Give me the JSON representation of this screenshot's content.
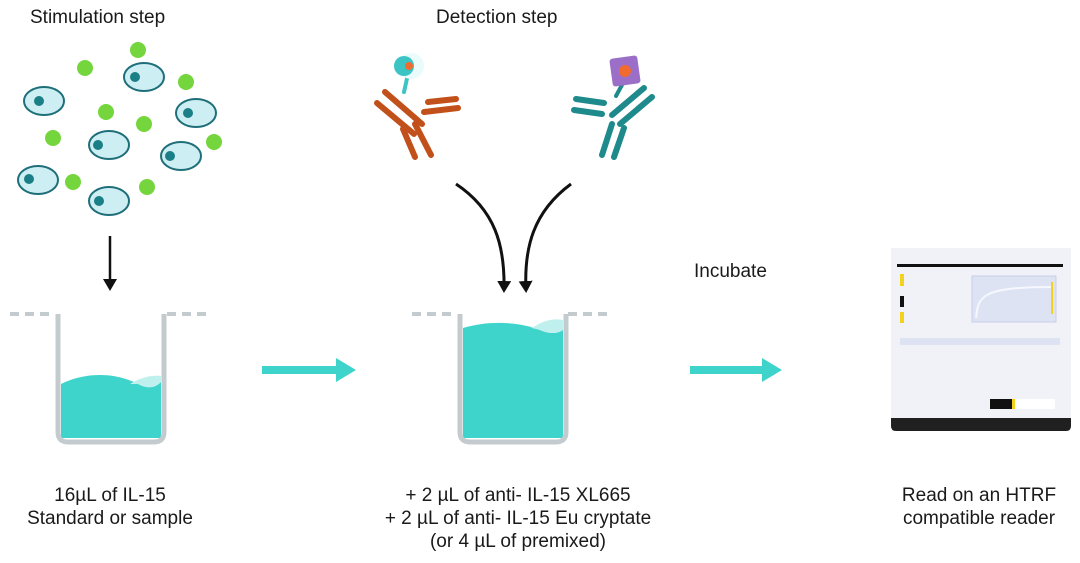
{
  "steps": {
    "stimulation_title": "Stimulation step",
    "detection_title": "Detection step",
    "incubate": "Incubate"
  },
  "captions": {
    "left": [
      "16µL of IL-15",
      "Standard or sample"
    ],
    "middle": [
      "+ 2 µL of anti- IL-15 XL665",
      "+ 2 µL of anti- IL-15 Eu cryptate",
      "(or 4 µL of premixed)"
    ],
    "right": [
      "Read on an HTRF",
      "compatible reader"
    ]
  },
  "colors": {
    "liquid": "#3fd4cb",
    "liquid_light": "#bff0ee",
    "cell_fill": "#cdeff3",
    "cell_stroke": "#1e6f7a",
    "nucleus": "#1a7f86",
    "cytokine": "#74d63c",
    "antibody_xl665": "#c2501a",
    "antibody_eu": "#1e8a8c",
    "xl665_marker": "#9b6ec8",
    "marker_core": "#f26b2e",
    "eu_marker": "#3cc4c4",
    "arrow_teal": "#3fd4cb",
    "arrow_black": "#111111",
    "well": "#c4cbce",
    "reader_body": "#f1f2f8",
    "reader_base": "#202020",
    "reader_accent": "#f2d21b"
  },
  "icons": [
    "cell-icon",
    "cytokine-icon",
    "antibody-xl665-icon",
    "antibody-eu-cryptate-icon",
    "well-icon",
    "plate-reader-icon"
  ]
}
